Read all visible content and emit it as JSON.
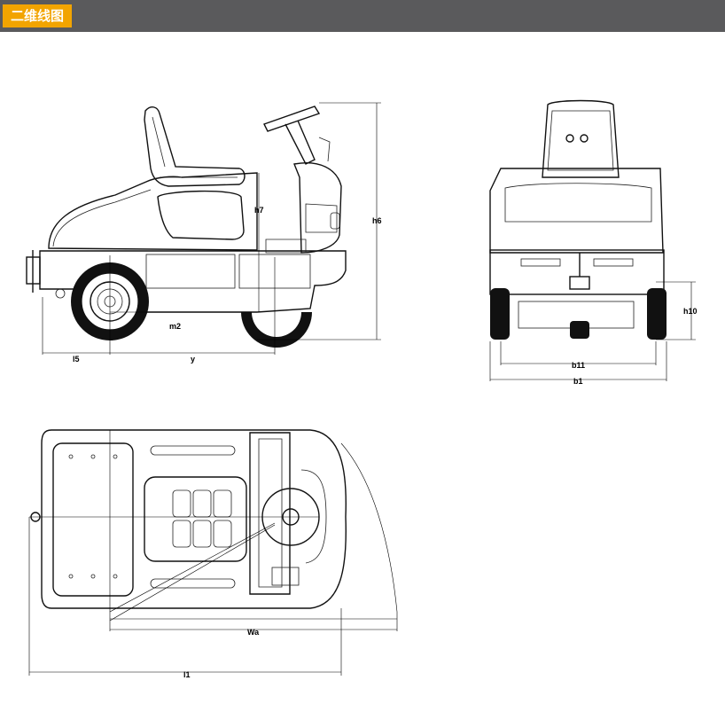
{
  "header": {
    "title": "二维线图"
  },
  "colors": {
    "header_bg": "#5a5a5c",
    "accent": "#f2a400"
  },
  "side_view": {
    "dims": {
      "h7": "h7",
      "h6": "h6",
      "m2": "m2",
      "l5": "l5",
      "y": "y"
    }
  },
  "rear_view": {
    "dims": {
      "h10": "h10",
      "b11": "b11",
      "b1": "b1"
    }
  },
  "top_view": {
    "dims": {
      "wa": "Wa",
      "l1": "l1"
    }
  }
}
